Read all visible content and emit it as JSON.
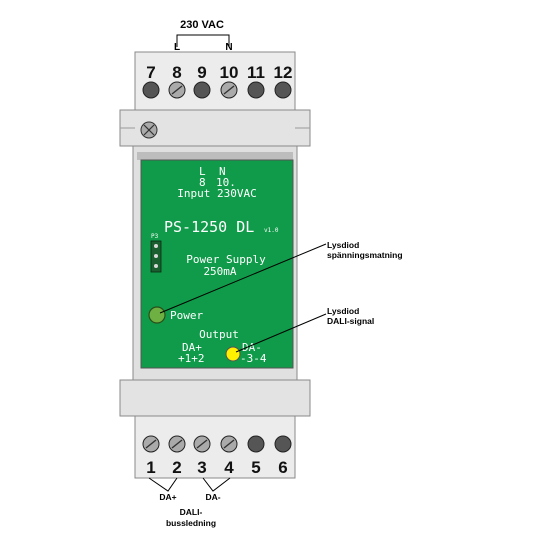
{
  "supply": {
    "voltage": "230 VAC",
    "l": "L",
    "n": "N"
  },
  "top_terminals": [
    {
      "num": "7",
      "kind": "plain"
    },
    {
      "num": "8",
      "kind": "screw"
    },
    {
      "num": "9",
      "kind": "plain"
    },
    {
      "num": "10",
      "kind": "screw"
    },
    {
      "num": "11",
      "kind": "plain"
    },
    {
      "num": "12",
      "kind": "plain"
    }
  ],
  "bottom_terminals": [
    {
      "num": "1",
      "kind": "screw"
    },
    {
      "num": "2",
      "kind": "screw"
    },
    {
      "num": "3",
      "kind": "screw"
    },
    {
      "num": "4",
      "kind": "screw"
    },
    {
      "num": "5",
      "kind": "plain"
    },
    {
      "num": "6",
      "kind": "plain"
    }
  ],
  "panel": {
    "l": "L",
    "n": "N",
    "pin_l": "8",
    "pin_n": "10.",
    "input": "Input 230VAC",
    "model": "PS-1250 DL",
    "version": "v1.0",
    "jumper": "P3",
    "product": "Power Supply",
    "current": "250mA",
    "power_led": "Power",
    "output": "Output",
    "da_plus": "DA+",
    "da_plus_pins": "+1+2",
    "da_minus": "DA-",
    "da_minus_pins": "-3-4"
  },
  "callouts": {
    "power_line1": "Lysdiod",
    "power_line2": "spänningsmatning",
    "dali_line1": "Lysdiod",
    "dali_line2": "DALI-signal"
  },
  "bus": {
    "da_plus": "DA+",
    "da_minus": "DA-",
    "line1": "DALI-",
    "line2": "bussledning"
  },
  "colors": {
    "housing": "#ececec",
    "panel": "#0f9b49",
    "power_led": "#6fb043",
    "dali_led": "#fff000",
    "terminal": "#555555",
    "screw": "#aaaaaa"
  }
}
